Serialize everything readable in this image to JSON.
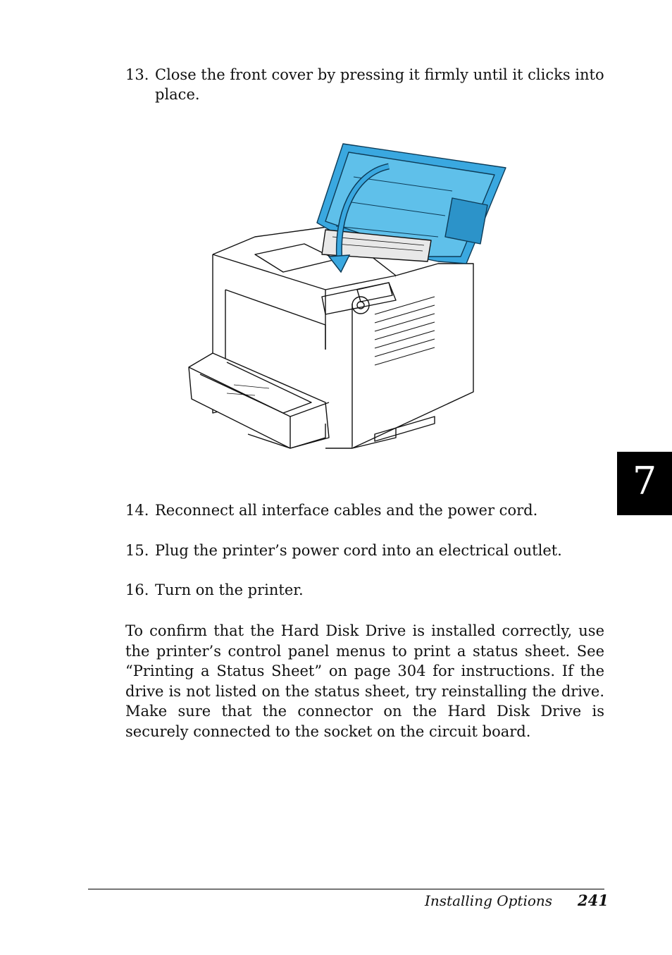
{
  "steps": [
    {
      "num": "13.",
      "text": "Close the front cover by pressing it firmly until it clicks into place."
    },
    {
      "num": "14.",
      "text": "Reconnect all interface cables and the power cord."
    },
    {
      "num": "15.",
      "text": "Plug the printer’s power cord into an electrical outlet."
    },
    {
      "num": "16.",
      "text": "Turn on the printer."
    }
  ],
  "paragraph": "To confirm that the Hard Disk Drive is installed correctly, use the printer’s control panel menus to print a status sheet. See “Printing a Status Sheet” on page 304 for instructions. If the drive is not listed on the status sheet, try reinstalling the drive. Make sure that the connector on the Hard Disk Drive is securely connected to the socket on the circuit board.",
  "chapter_tab": "7",
  "footer": {
    "section": "Installing Options",
    "page": "241"
  },
  "colors": {
    "cover_blue": "#3aa8e0",
    "cover_dark": "#1d7fb4"
  }
}
